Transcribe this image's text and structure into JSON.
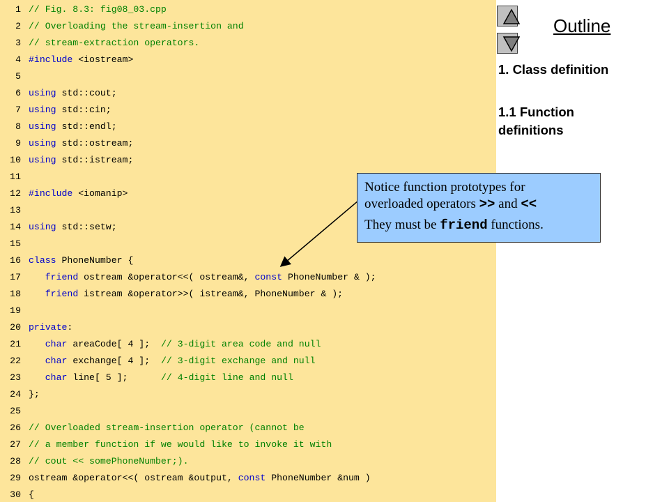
{
  "code_lines": [
    {
      "num": "1",
      "text": "// Fig. 8.3: fig08_03.cpp",
      "style": "comment"
    },
    {
      "num": "2",
      "text": "// Overloading the stream-insertion and",
      "style": "comment"
    },
    {
      "num": "3",
      "text": "// stream-extraction operators.",
      "style": "comment"
    },
    {
      "num": "4",
      "text": "#include <iostream>",
      "style": "include"
    },
    {
      "num": "5",
      "text": "",
      "style": "plain"
    },
    {
      "num": "6",
      "text": "using std::cout;",
      "style": "using"
    },
    {
      "num": "7",
      "text": "using std::cin;",
      "style": "using"
    },
    {
      "num": "8",
      "text": "using std::endl;",
      "style": "using"
    },
    {
      "num": "9",
      "text": "using std::ostream;",
      "style": "using"
    },
    {
      "num": "10",
      "text": "using std::istream;",
      "style": "using"
    },
    {
      "num": "11",
      "text": "",
      "style": "plain"
    },
    {
      "num": "12",
      "text": "#include <iomanip>",
      "style": "include"
    },
    {
      "num": "13",
      "text": "",
      "style": "plain"
    },
    {
      "num": "14",
      "text": "using std::setw;",
      "style": "using"
    },
    {
      "num": "15",
      "text": "",
      "style": "plain"
    },
    {
      "num": "16",
      "text": "class PhoneNumber {",
      "style": "class"
    },
    {
      "num": "17",
      "text": "   friend ostream &operator<<( ostream&, const PhoneNumber & );",
      "style": "friend"
    },
    {
      "num": "18",
      "text": "   friend istream &operator>>( istream&, PhoneNumber & );",
      "style": "friend"
    },
    {
      "num": "19",
      "text": "",
      "style": "plain"
    },
    {
      "num": "20",
      "text": "private:",
      "style": "private"
    },
    {
      "num": "21",
      "text": "   char areaCode[ 4 ];  // 3-digit area code and null",
      "style": "member"
    },
    {
      "num": "22",
      "text": "   char exchange[ 4 ];  // 3-digit exchange and null",
      "style": "member"
    },
    {
      "num": "23",
      "text": "   char line[ 5 ];      // 4-digit line and null",
      "style": "member"
    },
    {
      "num": "24",
      "text": "};",
      "style": "plain"
    },
    {
      "num": "25",
      "text": "",
      "style": "plain"
    },
    {
      "num": "26",
      "text": "// Overloaded stream-insertion operator (cannot be",
      "style": "comment"
    },
    {
      "num": "27",
      "text": "// a member function if we would like to invoke it with",
      "style": "comment"
    },
    {
      "num": "28",
      "text": "// cout << somePhoneNumber;).",
      "style": "comment"
    },
    {
      "num": "29",
      "text": "ostream &operator<<( ostream &output, const PhoneNumber &num )",
      "style": "signature"
    },
    {
      "num": "30",
      "text": "{",
      "style": "plain"
    }
  ],
  "nav": {
    "up_icon": "triangle-up-icon",
    "down_icon": "triangle-down-icon"
  },
  "outline": {
    "title": "Outline",
    "items": [
      "1. Class definition",
      "1.1 Function definitions"
    ]
  },
  "callout": {
    "line1": "Notice function prototypes for",
    "line2_pre": "overloaded operators ",
    "line2_op1": ">>",
    "line2_mid": " and ",
    "line2_op2": "<<",
    "line3_pre": "They must be ",
    "line3_kw": "friend",
    "line3_post": " functions."
  },
  "colors": {
    "code_background": "#fde59b",
    "comment": "#008000",
    "keyword": "#0000cc",
    "callout_background": "#9cccff",
    "button": "#c0c0c0"
  }
}
